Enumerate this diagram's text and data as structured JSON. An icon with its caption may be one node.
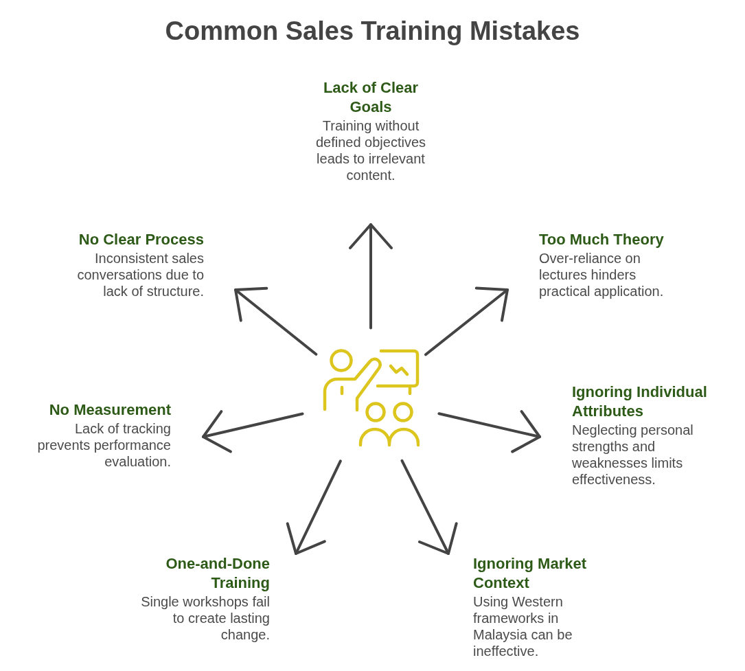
{
  "diagram": {
    "title": "Common Sales Training Mistakes",
    "nodes": [
      {
        "text": [],
        "shape": "picture"
      },
      {
        "text": [
          "Lack of Clear Goals",
          "Training without defined objectives leads to irrelevant content."
        ]
      },
      {
        "text": [
          "Too Much Theory",
          "Over-reliance on lectures hinders practical application."
        ]
      },
      {
        "text": [
          "Ignoring Individual Attributes",
          "Neglecting personal strengths and weaknesses limits effectiveness."
        ]
      },
      {
        "text": [
          "Ignoring Market Context",
          "Using Western frameworks in Malaysia can be ineffective."
        ]
      },
      {
        "text": [
          "One-and-Done Training",
          "Single workshops fail to create lasting change."
        ]
      },
      {
        "text": [
          "No Measurement",
          "Lack of tracking prevents performance evaluation."
        ]
      },
      {
        "text": [
          "No Clear Process",
          "Inconsistent sales conversations due to lack of structure."
        ]
      }
    ],
    "edges": [
      {
        "from": 0,
        "to": 1,
        "arrow": "to"
      },
      {
        "from": 0,
        "to": 2,
        "arrow": "to"
      },
      {
        "from": 0,
        "to": 3,
        "arrow": "to"
      },
      {
        "from": 0,
        "to": 4,
        "arrow": "to"
      },
      {
        "from": 0,
        "to": 5,
        "arrow": "to"
      },
      {
        "from": 0,
        "to": 6,
        "arrow": "to"
      },
      {
        "from": 0,
        "to": 7,
        "arrow": "to"
      }
    ]
  }
}
